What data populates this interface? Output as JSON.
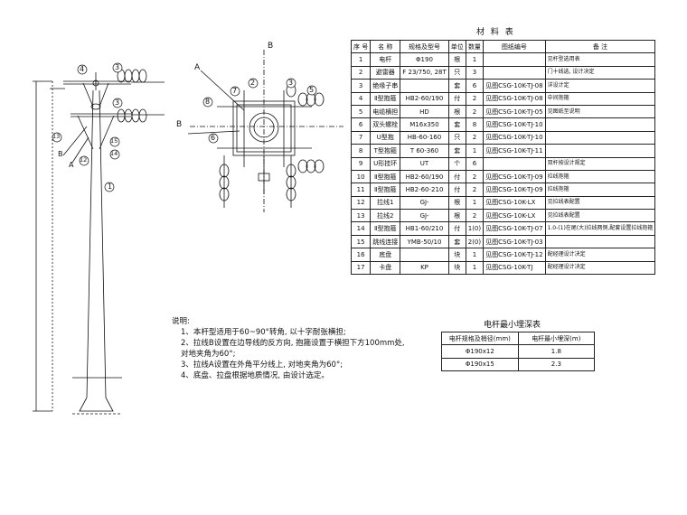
{
  "materials_title": "材 料 表",
  "materials_headers": [
    "序 号",
    "名 称",
    "规格及型号",
    "单位",
    "数量",
    "图纸编号",
    "备 注"
  ],
  "materials_rows": [
    [
      "1",
      "电杆",
      "Φ190",
      "根",
      "1",
      "",
      "见杆型选用表"
    ],
    [
      "2",
      "避雷器",
      "F 23/750, 28T",
      "只",
      "3",
      "",
      "门十线选, 设计决定"
    ],
    [
      "3",
      "绝缘子串",
      "",
      "套",
      "6",
      "见图CSG-10K-TJ-08",
      "详设计定"
    ],
    [
      "4",
      "Ⅱ型抱箍",
      "HB2-60/190",
      "付",
      "2",
      "见图CSG-10K-TJ-08",
      "中间抱箍"
    ],
    [
      "5",
      "电缆横担",
      "HD",
      "根",
      "2",
      "见图CSG-10K-TJ-05",
      "见图纸至说明"
    ],
    [
      "6",
      "双头螺栓",
      "M16x350",
      "套",
      "8",
      "见图CSG-10K-TJ-10",
      ""
    ],
    [
      "7",
      "U型抱",
      "HB-60-160",
      "只",
      "2",
      "见图CSG-10K-TJ-10",
      ""
    ],
    [
      "8",
      "T型抱箍",
      "T 60-360",
      "套",
      "1",
      "见图CSG-10K-TJ-11",
      ""
    ],
    [
      "9",
      "U形挂环",
      "UT",
      "个",
      "6",
      "",
      "双杆按设计规定"
    ],
    [
      "10",
      "Ⅱ型抱箍",
      "HB2-60/190",
      "付",
      "2",
      "见图CSG-10K-TJ-09",
      "拉线抱箍"
    ],
    [
      "11",
      "Ⅱ型抱箍",
      "HB2-60-210",
      "付",
      "2",
      "见图CSG-10K-TJ-09",
      "拉线抱箍"
    ],
    [
      "12",
      "拉线1",
      "GJ-",
      "根",
      "1",
      "见图CSG-10K-LX",
      "见拉线表配置"
    ],
    [
      "13",
      "拉线2",
      "GJ-",
      "根",
      "2",
      "见图CSG-10K-LX",
      "见拉线表配置"
    ],
    [
      "14",
      "Ⅱ型抱箍",
      "HB1-60/210",
      "付",
      "1(0)",
      "见图CSG-10K-TJ-07",
      "1.0-(1)在尾(大)拉线两侧,配套设置拉线抱箍"
    ],
    [
      "15",
      "跳线连接",
      "YMB-50/10",
      "套",
      "2(0)",
      "见图CSG-10K-TJ-03",
      ""
    ],
    [
      "16",
      "底盘",
      "",
      "块",
      "1",
      "见图CSG-10K-TJ-12",
      "配经理设计决定"
    ],
    [
      "17",
      "卡盘",
      "KP",
      "块",
      "1",
      "见图CSG-10K-TJ",
      "配经理设计决定"
    ]
  ],
  "notes_title": "说明:",
  "notes": [
    "1、本杆型适用于60~90°转角, 以十字耐张横担;",
    "2、拉线B设置在边导线的反方向, 抱箍设置于横担下方100mm处,",
    "   对地夹角为60°;",
    "3、拉线A设置在外角平分线上, 对地夹角为60°;",
    "4、底盘、拉盘根据地质情况, 由设计选定。"
  ],
  "burial_title": "电杆最小埋深表",
  "burial_headers": [
    "电杆规格及梢径(mm)",
    "电杆最小埋深(m)"
  ],
  "burial_rows": [
    [
      "Φ190x12",
      "1.8"
    ],
    [
      "Φ190x15",
      "2.3"
    ]
  ],
  "view_labels": {
    "b_top": "B",
    "a_plan": "A",
    "b_plan": "B",
    "b_elev": "B",
    "a_elev": "A"
  },
  "callouts_plan": [
    "2",
    "3",
    "7",
    "8",
    "6",
    "5"
  ],
  "callouts_elev": [
    "4",
    "3",
    "13",
    "12",
    "15",
    "14",
    "1"
  ]
}
